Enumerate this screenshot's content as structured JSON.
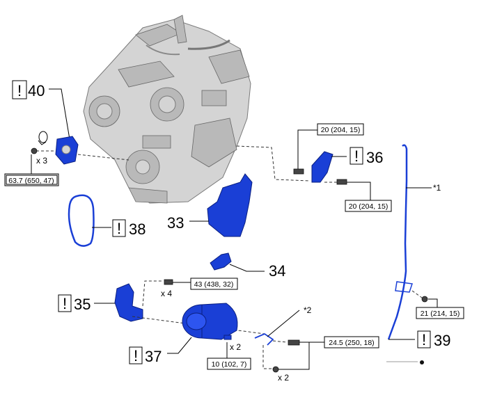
{
  "labels": {
    "p40": "40",
    "p36": "36",
    "p38": "38",
    "p33": "33",
    "p34": "34",
    "p35": "35",
    "p37": "37",
    "p39": "39"
  },
  "caution_mark": "!",
  "notes": {
    "n1": "*1",
    "n2": "*2"
  },
  "torques": {
    "t40": "63.7 (650, 47)",
    "t36a": "20 (204, 15)",
    "t36b": "20 (204, 15)",
    "t35": "43 (438, 32)",
    "t37a": "24.5 (250, 18)",
    "t37b": "10 (102, 7)",
    "t39": "21 (214, 15)"
  },
  "quantities": {
    "q40": "x 3",
    "q35": "x 4",
    "q37a": "x 2",
    "q37b": "x 2"
  },
  "colors": {
    "part_highlight": "#1a3fd6",
    "engine": "#d4d4d4"
  }
}
